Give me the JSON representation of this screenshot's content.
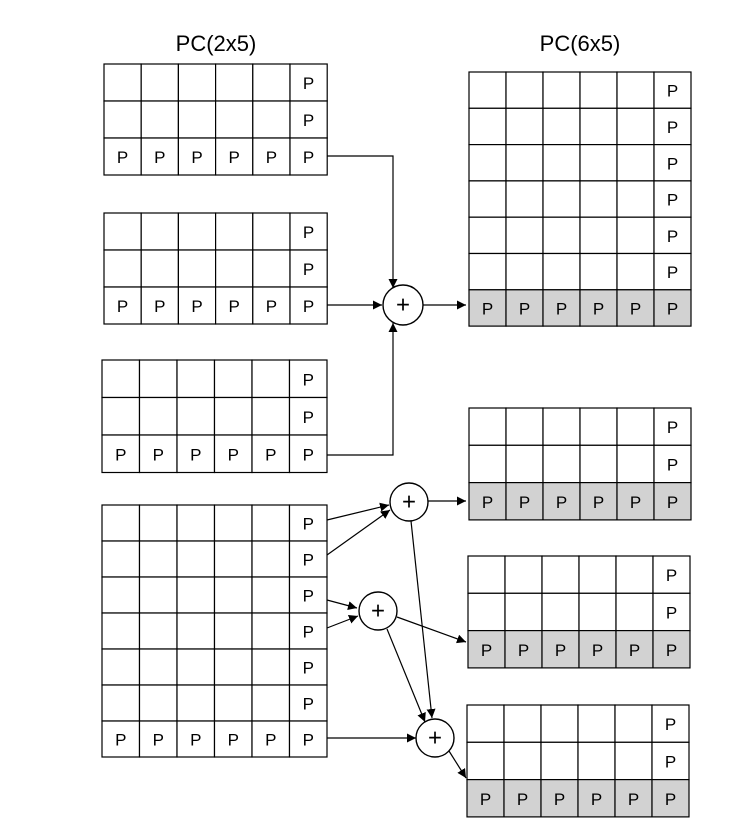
{
  "left_title": "PC(2x5)",
  "right_title": "PC(6x5)",
  "cell_mark": "P",
  "adder_symbol": "+",
  "shade_color": "#d2d2d2",
  "grids": [
    {
      "id": "input-grid-1",
      "side": "left",
      "rows": 3,
      "cols": 6,
      "marked_rows": [
        2
      ],
      "marked_cols": [
        5
      ],
      "shaded_rows": []
    },
    {
      "id": "input-grid-2",
      "side": "left",
      "rows": 3,
      "cols": 6,
      "marked_rows": [
        2
      ],
      "marked_cols": [
        5
      ],
      "shaded_rows": []
    },
    {
      "id": "input-grid-3",
      "side": "left",
      "rows": 3,
      "cols": 6,
      "marked_rows": [
        2
      ],
      "marked_cols": [
        5
      ],
      "shaded_rows": []
    },
    {
      "id": "input-grid-4",
      "side": "left",
      "rows": 7,
      "cols": 6,
      "marked_rows": [
        6
      ],
      "marked_cols": [
        5
      ],
      "shaded_rows": []
    },
    {
      "id": "output-grid-1",
      "side": "right",
      "rows": 7,
      "cols": 6,
      "marked_rows": [
        6
      ],
      "marked_cols": [
        5
      ],
      "shaded_rows": [
        6
      ]
    },
    {
      "id": "output-grid-2",
      "side": "right",
      "rows": 3,
      "cols": 6,
      "marked_rows": [
        2
      ],
      "marked_cols": [
        5
      ],
      "shaded_rows": [
        2
      ]
    },
    {
      "id": "output-grid-3",
      "side": "right",
      "rows": 3,
      "cols": 6,
      "marked_rows": [
        2
      ],
      "marked_cols": [
        5
      ],
      "shaded_rows": [
        2
      ]
    },
    {
      "id": "output-grid-4",
      "side": "right",
      "rows": 3,
      "cols": 6,
      "marked_rows": [
        2
      ],
      "marked_cols": [
        5
      ],
      "shaded_rows": [
        2
      ]
    }
  ]
}
